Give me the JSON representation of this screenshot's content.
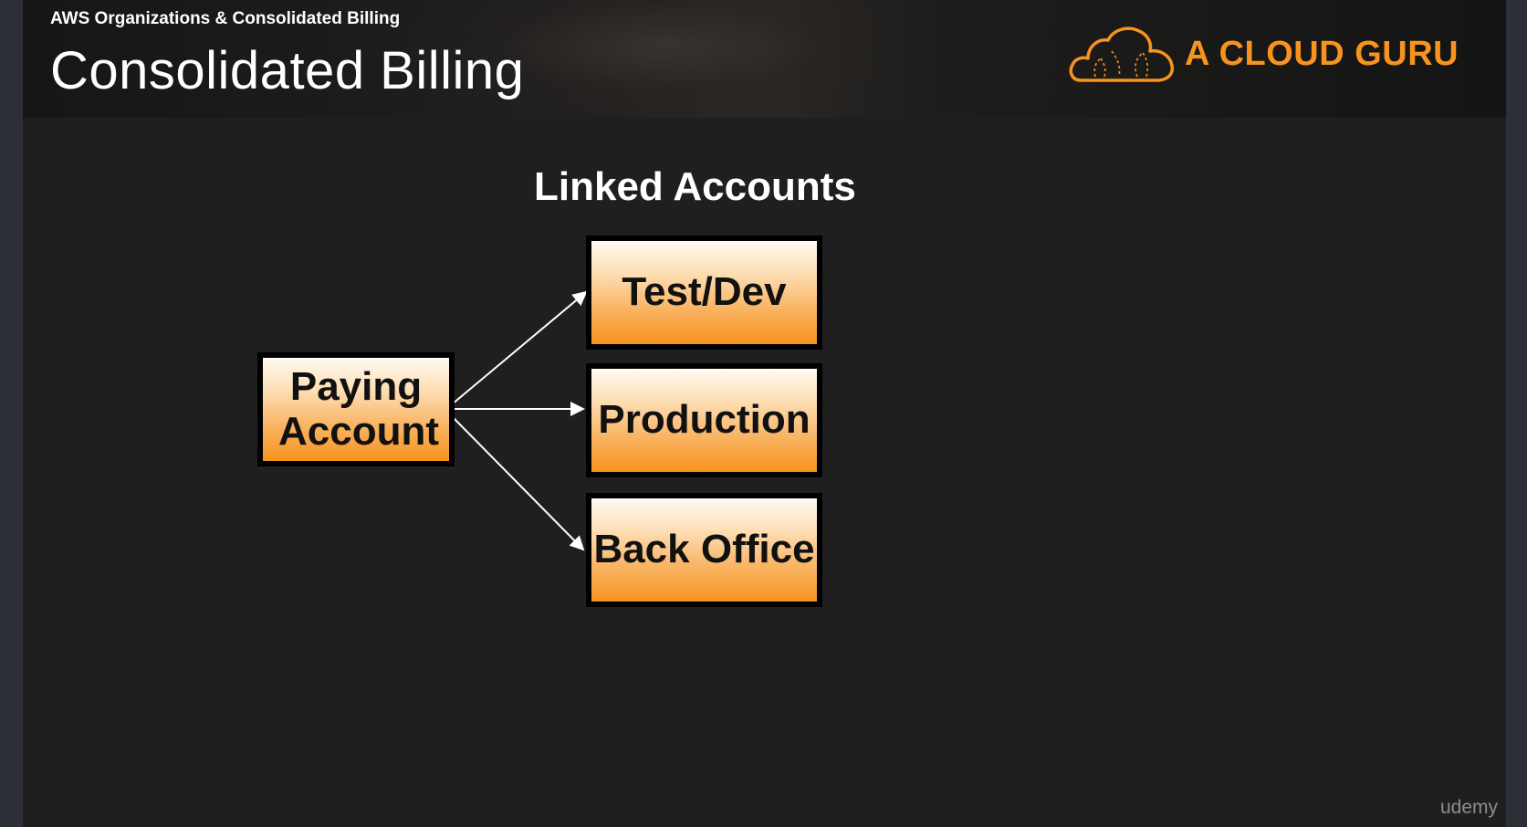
{
  "header": {
    "course_title": "AWS Organizations & Consolidated Billing",
    "page_title": "Consolidated Billing",
    "brand": {
      "name": "A CLOUD GURU",
      "logo_icon": "cloud-logo-icon",
      "color": "#f7931e"
    }
  },
  "diagram": {
    "heading": "Linked Accounts",
    "paying_account": "Paying Account",
    "linked_accounts": [
      "Test/Dev",
      "Production",
      "Back Office"
    ],
    "box_color": "#f7931e"
  },
  "footer": {
    "watermark": "udemy"
  }
}
